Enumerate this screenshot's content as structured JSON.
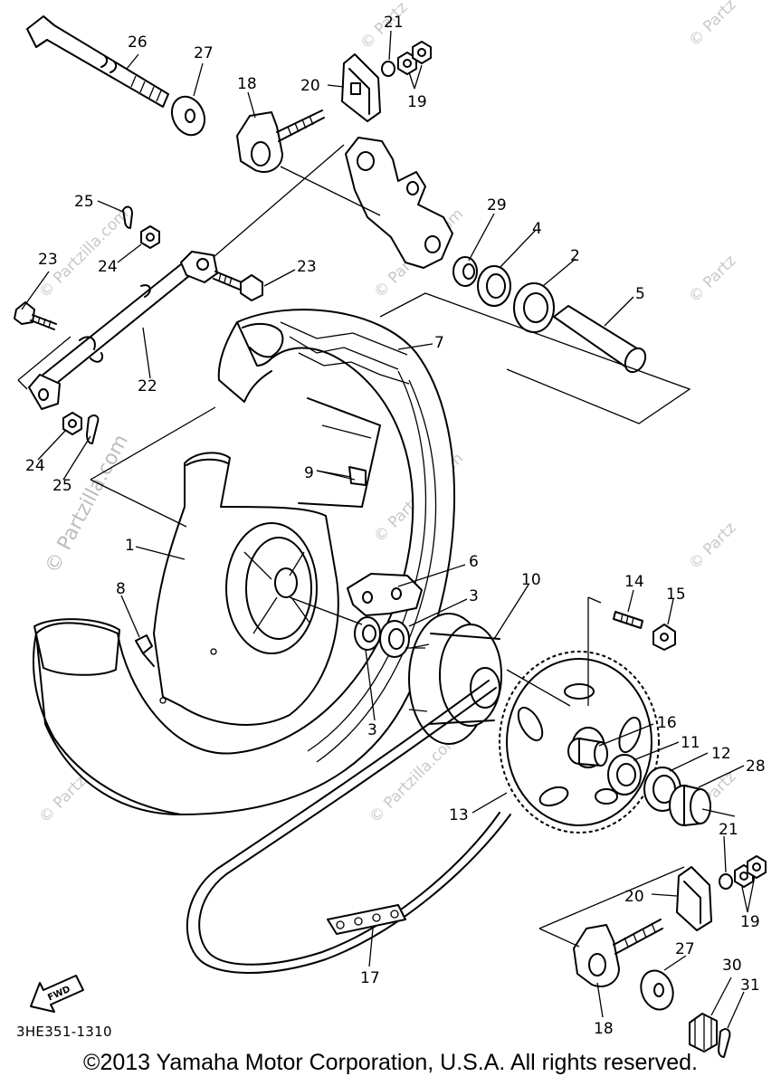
{
  "watermark": {
    "text": "© Partzilla.com",
    "short": "© Partz"
  },
  "callouts": {
    "p1": "1",
    "p2": "2",
    "p3a": "3",
    "p3b": "3",
    "p4": "4",
    "p5": "5",
    "p6": "6",
    "p7": "7",
    "p8": "8",
    "p9": "9",
    "p10": "10",
    "p11": "11",
    "p12": "12",
    "p13": "13",
    "p14": "14",
    "p15": "15",
    "p16": "16",
    "p17": "17",
    "p18a": "18",
    "p18b": "18",
    "p19a": "19",
    "p19b": "19",
    "p20a": "20",
    "p20b": "20",
    "p21a": "21",
    "p21b": "21",
    "p22": "22",
    "p23a": "23",
    "p23b": "23",
    "p24a": "24",
    "p24b": "24",
    "p25a": "25",
    "p25b": "25",
    "p26": "26",
    "p27a": "27",
    "p27b": "27",
    "p28": "28",
    "p29": "29",
    "p30": "30",
    "p31": "31"
  },
  "fwd_label": "FWD",
  "diagram_code": "3HE351-1310",
  "copyright": "©2013 Yamaha Motor Corporation, U.S.A. All rights reserved."
}
